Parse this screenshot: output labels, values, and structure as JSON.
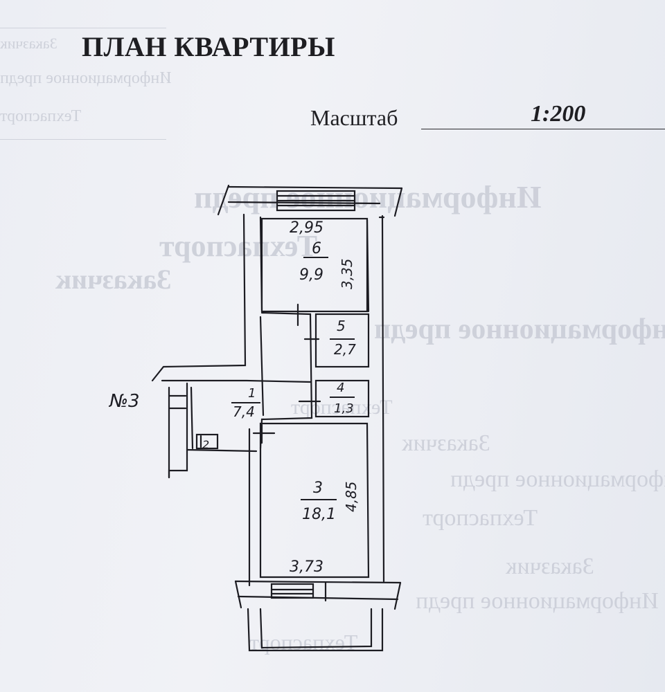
{
  "document": {
    "title": "ПЛАН КВАРТИРЫ",
    "scale_label": "Масштаб",
    "scale_value": "1:200"
  },
  "plan": {
    "entrance_label": "№3",
    "rooms": [
      {
        "number": "6",
        "area": "9,9"
      },
      {
        "number": "5",
        "area": "2,7"
      },
      {
        "number": "4",
        "area": "1,3"
      },
      {
        "number": "1",
        "area": "7,4"
      },
      {
        "number": "2",
        "area": ""
      },
      {
        "number": "3",
        "area": "18,1"
      }
    ],
    "dimensions": {
      "room6_width": "2,95",
      "room6_length": "3,35",
      "room3_length": "4,85",
      "room3_width": "3,73"
    }
  },
  "bleed_through": [
    "Информационное предп",
    "Техпаспорт",
    "Заказчик"
  ]
}
